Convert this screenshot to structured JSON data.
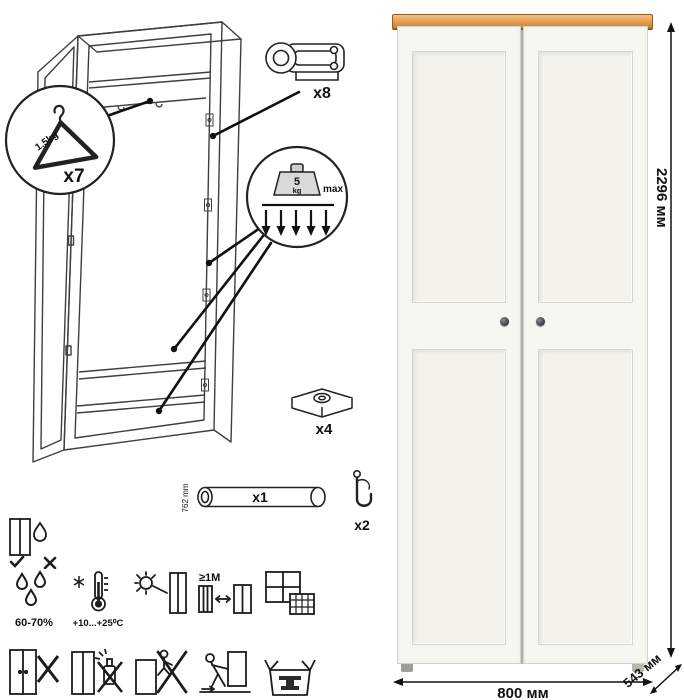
{
  "callouts": {
    "hanger": {
      "weight": "1.5kg",
      "count": "x7"
    },
    "hinge": {
      "count": "x8"
    },
    "load_limit": {
      "value": "5",
      "unit": "kg",
      "note": "max"
    },
    "foot": {
      "count": "x4"
    },
    "rod": {
      "count": "x1",
      "length": "762 mm"
    },
    "hook": {
      "count": "x2"
    }
  },
  "care": {
    "humidity": "60-70%",
    "temperature": "+10...+25⁰C",
    "distance": "≥1M"
  },
  "dimensions": {
    "height": "2296 мм",
    "width": "800 мм",
    "depth": "543 мм"
  },
  "colors": {
    "wood_top": "#e6a158",
    "door": "#f7f7f1",
    "line": "#2a2a2a"
  }
}
